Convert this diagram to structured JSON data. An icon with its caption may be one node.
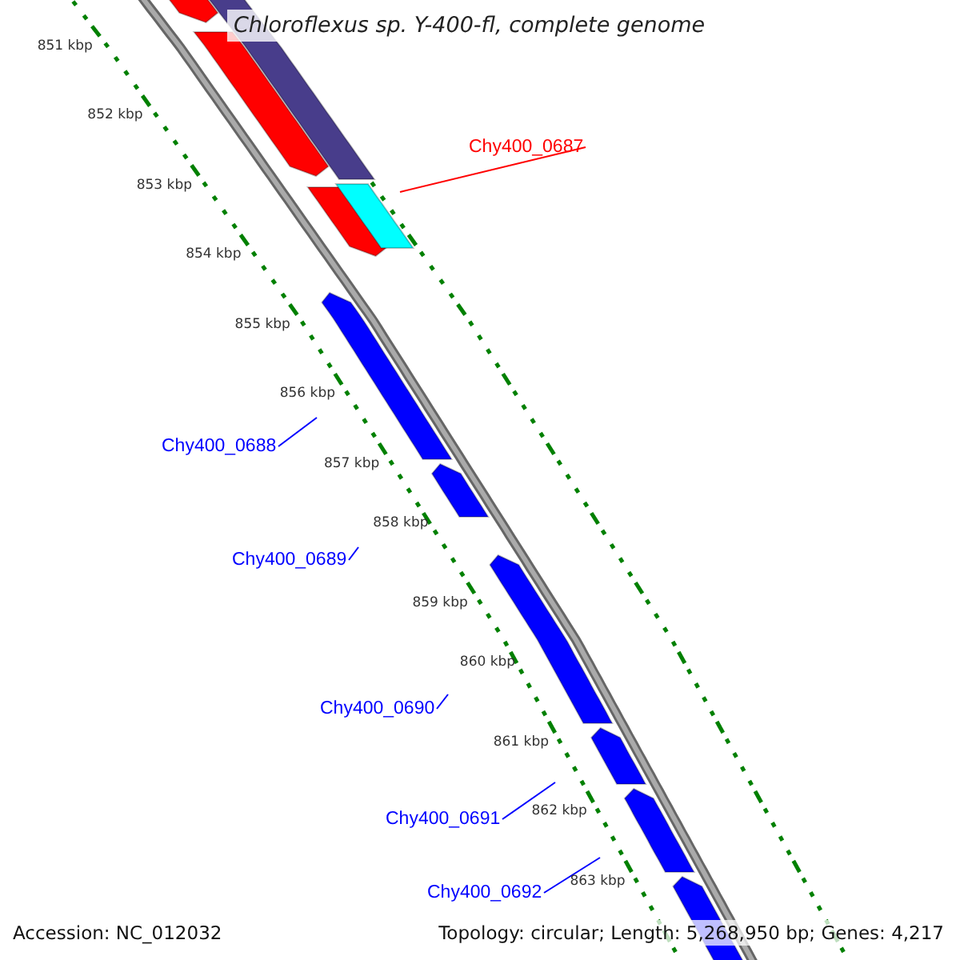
{
  "diagram": {
    "title": "Chloroflexus sp. Y-400-fl, complete genome",
    "nodes": [
      {
        "text": [
          "Chy400_0687"
        ]
      },
      {
        "text": [
          "Chy400_0688"
        ]
      },
      {
        "text": [
          "Chy400_0689"
        ]
      },
      {
        "text": [
          "Chy400_0690"
        ]
      },
      {
        "text": [
          "Chy400_0691"
        ]
      },
      {
        "text": [
          "Chy400_0692"
        ]
      }
    ],
    "edges": [
      {
        "from": 0,
        "to": null,
        "arrow": "none",
        "color": "#ff0000"
      },
      {
        "from": 1,
        "to": null,
        "arrow": "none"
      },
      {
        "from": 2,
        "to": null,
        "arrow": "none"
      },
      {
        "from": 3,
        "to": null,
        "arrow": "none"
      },
      {
        "from": 4,
        "to": null,
        "arrow": "none"
      },
      {
        "from": 5,
        "to": null,
        "arrow": "none"
      }
    ],
    "labels": [
      "851 kbp",
      "852 kbp",
      "853 kbp",
      "854 kbp",
      "855 kbp",
      "856 kbp",
      "857 kbp",
      "858 kbp",
      "859 kbp",
      "860 kbp",
      "861 kbp",
      "862 kbp",
      "863 kbp",
      "Accession: NC_012032",
      "Topology: circular; Length: 5,268,950 bp; Genes: 4,217"
    ]
  }
}
